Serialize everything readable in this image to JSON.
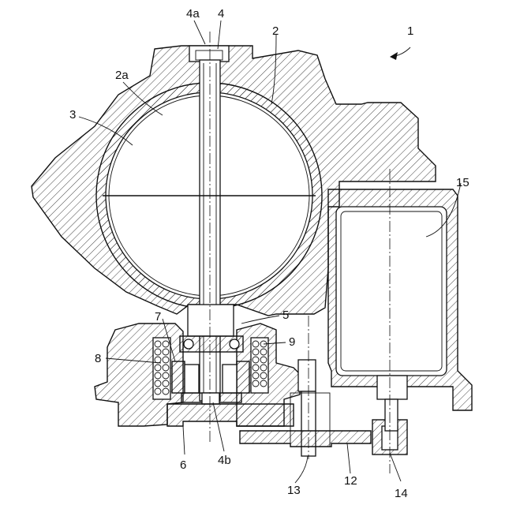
{
  "labels": {
    "l1": "1",
    "l2": "2",
    "l2a": "2a",
    "l3": "3",
    "l4": "4",
    "l4a": "4a",
    "l4b": "4b",
    "l5": "5",
    "l6": "6",
    "l7": "7",
    "l8": "8",
    "l9": "9",
    "l12": "12",
    "l13": "13",
    "l14": "14",
    "l15": "15"
  },
  "colors": {
    "line": "#111111",
    "background": "#ffffff"
  }
}
